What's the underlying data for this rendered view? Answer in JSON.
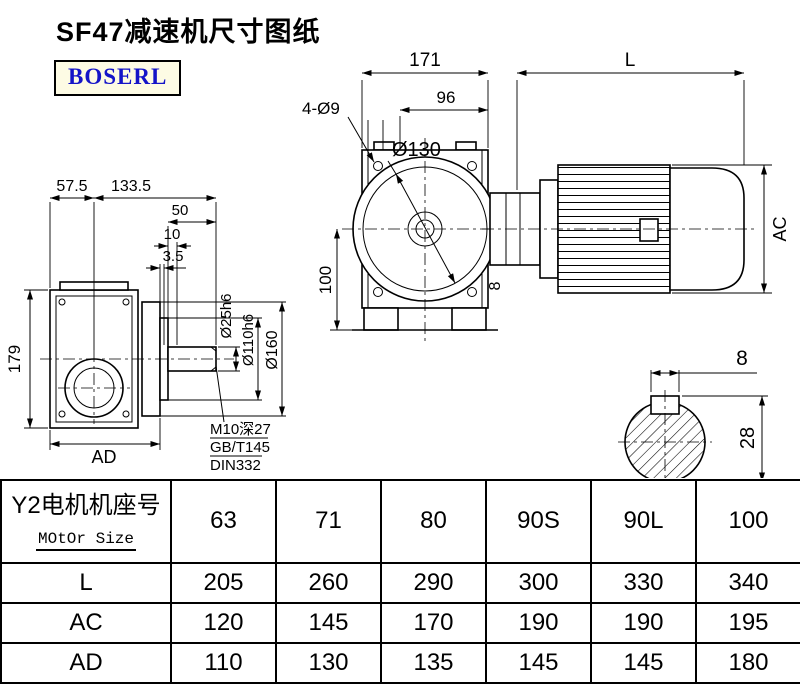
{
  "page": {
    "title": "SF47减速机尺寸图纸",
    "brand": "BOSERL"
  },
  "drawing": {
    "front_view": {
      "dim_width": "171",
      "dim_flange": "96",
      "dim_holes": "4-Ø9",
      "dim_flange_dia": "Ø130",
      "dim_height": "100"
    },
    "motor_view": {
      "dim_length": "L",
      "dim_ac": "AC",
      "dim_gap": "8"
    },
    "side_view": {
      "dim_57_5": "57.5",
      "dim_133_5": "133.5",
      "dim_50": "50",
      "dim_10": "10",
      "dim_3_5": "3.5",
      "dim_179": "179",
      "dim_ad": "AD",
      "dim_shaft_dia": "Ø25h6",
      "dim_spigot_dia": "Ø110h6",
      "dim_flange_dia": "Ø160",
      "note_thread": "M10深27",
      "note_std1": "GB/T145",
      "note_std2": "DIN332"
    },
    "shaft_section": {
      "dim_key_width": "8",
      "dim_key_height": "28"
    }
  },
  "table": {
    "header_label_cn": "Y2电机机座号",
    "header_label_en": "MOtOr Size",
    "columns": [
      "63",
      "71",
      "80",
      "90S",
      "90L",
      "100"
    ],
    "rows": [
      {
        "label": "L",
        "values": [
          "205",
          "260",
          "290",
          "300",
          "330",
          "340"
        ]
      },
      {
        "label": "AC",
        "values": [
          "120",
          "145",
          "170",
          "190",
          "190",
          "195"
        ]
      },
      {
        "label": "AD",
        "values": [
          "110",
          "130",
          "135",
          "145",
          "145",
          "180"
        ]
      }
    ]
  }
}
